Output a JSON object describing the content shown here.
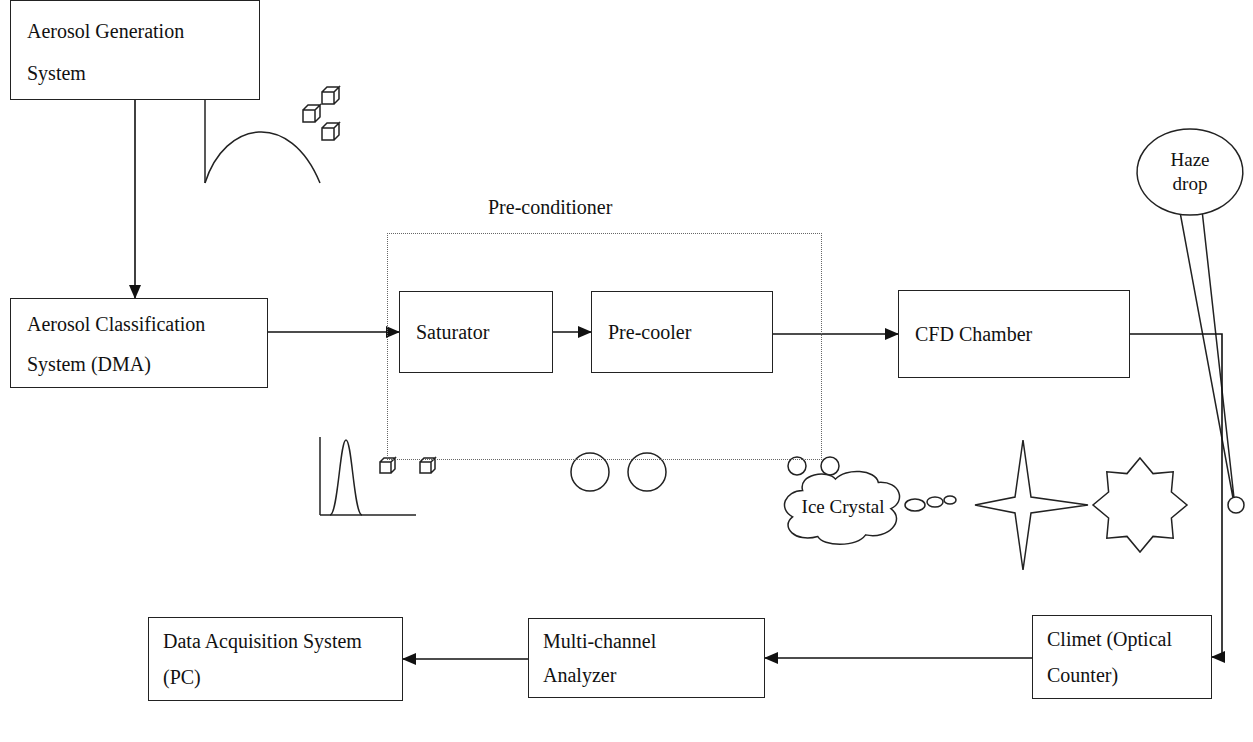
{
  "diagram": {
    "nodes": [
      {
        "text": [
          "Aerosol Generation System"
        ]
      },
      {
        "text": [
          "Aerosol Classification System (DMA)"
        ]
      },
      {
        "text": [
          "Pre-conditioner"
        ]
      },
      {
        "text": [
          "Saturator"
        ],
        "in": 2
      },
      {
        "text": [
          "Pre-cooler"
        ],
        "in": 2
      },
      {
        "text": [
          "CFD Chamber"
        ]
      },
      {
        "text": [
          "Haze drop"
        ]
      },
      {
        "text": [
          "Ice Crystal"
        ]
      },
      {
        "text": [
          "Climet (Optical Counter)"
        ]
      },
      {
        "text": [
          "Multi-channel Analyzer"
        ]
      },
      {
        "text": [
          "Data Acquisition System (PC)"
        ]
      }
    ],
    "edges": [
      {
        "from": 0,
        "to": 1,
        "arrow": "to"
      },
      {
        "from": 1,
        "to": 3,
        "arrow": "to"
      },
      {
        "from": 3,
        "to": 4,
        "arrow": "to"
      },
      {
        "from": 4,
        "to": 5,
        "arrow": "to"
      },
      {
        "from": 5,
        "to": 8,
        "arrow": "to"
      },
      {
        "from": 8,
        "to": 9,
        "arrow": "to"
      },
      {
        "from": 9,
        "to": 10,
        "arrow": "to"
      }
    ]
  }
}
